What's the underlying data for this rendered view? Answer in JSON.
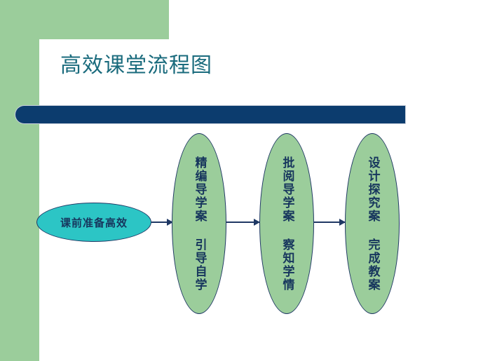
{
  "slide": {
    "title": "高效课堂流程图",
    "background_color": "#ffffff",
    "accent_green": "#9bcd9b",
    "accent_navy": "#0c3c6e",
    "title_color": "#1a6b7d",
    "node_text_color": "#17365d"
  },
  "diagram": {
    "type": "flowchart",
    "orientation": "horizontal",
    "start_node": {
      "label": "课前准备高效",
      "shape": "ellipse",
      "fill": "#2cc5c5",
      "border": "#1f3864"
    },
    "steps": [
      {
        "label": "精编导学案 引导自学",
        "shape": "ellipse-vertical",
        "fill": "#9bcd9b",
        "border": "#1f3864"
      },
      {
        "label": "批阅导学案 察知学情",
        "shape": "ellipse-vertical",
        "fill": "#9bcd9b",
        "border": "#1f3864"
      },
      {
        "label": "设计探究案 完成教案",
        "shape": "ellipse-vertical",
        "fill": "#9bcd9b",
        "border": "#1f3864"
      }
    ],
    "connectors": [
      {
        "from": "课前准备高效",
        "to": "精编导学案 引导自学",
        "style": "arrow"
      },
      {
        "from": "精编导学案 引导自学",
        "to": "批阅导学案 察知学情",
        "style": "arrow"
      },
      {
        "from": "批阅导学案 察知学情",
        "to": "设计探究案 完成教案",
        "style": "arrow"
      }
    ]
  }
}
